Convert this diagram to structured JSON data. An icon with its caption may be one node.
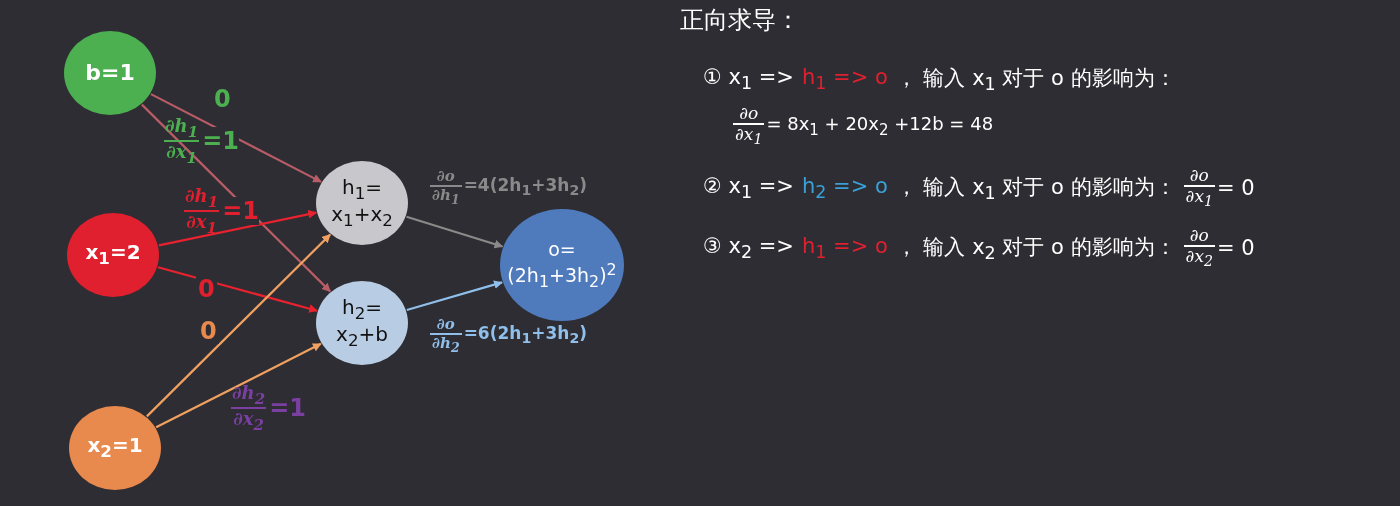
{
  "diagram": {
    "title": "正向求导：",
    "nodes": [
      {
        "text": [
          "b=1"
        ]
      },
      {
        "text": [
          "x$_{1}$=2"
        ]
      },
      {
        "text": [
          "x$_{2}$=1"
        ]
      },
      {
        "text": [
          "h$_{1}$= x$_{1}$+x$_{2}$"
        ]
      },
      {
        "text": [
          "h$_{2}$= x$_{2}$+b"
        ]
      },
      {
        "text": [
          "o= (2h$_{1}$+3h$_{2}$)$^{2}$"
        ]
      }
    ],
    "edges": [
      {
        "from": 0,
        "to": 3,
        "arrow": "to",
        "color": "#b85c66",
        "label": "0"
      },
      {
        "from": 0,
        "to": 4,
        "arrow": "to",
        "color": "#b85c66"
      },
      {
        "from": 1,
        "to": 3,
        "arrow": "to",
        "color": "#e8222e"
      },
      {
        "from": 1,
        "to": 4,
        "arrow": "to",
        "color": "#e8222e",
        "label": "0"
      },
      {
        "from": 2,
        "to": 3,
        "arrow": "to",
        "color": "#f0a060",
        "label": "0"
      },
      {
        "from": 2,
        "to": 4,
        "arrow": "to",
        "color": "#f0a060"
      },
      {
        "from": 3,
        "to": 5,
        "arrow": "to",
        "color": "#8a8a8a"
      },
      {
        "from": 4,
        "to": 5,
        "arrow": "to",
        "color": "#8fbfea"
      }
    ],
    "labels": [
      "∂h$_{1}$",
      "∂x$_{1}$",
      "=1",
      "∂h$_{1}$",
      "∂x$_{1}$",
      "=1",
      "∂h$_{2}$",
      "∂x$_{2}$",
      "=1",
      "∂o",
      "∂h$_{1}$",
      "=4(2h$_{1}$+3h$_{2}$)",
      "∂o",
      "∂h$_{2}$",
      "=6(2h$_{1}$+3h$_{2}$)",
      "① x$_{1}$ =>",
      "h$_{1}$ => o",
      "， 输入 x$_{1}$ 对于 o 的影响为：",
      "∂o",
      "∂x$_{1}$",
      "= 8x$_{1}$ + 20x$_{2}$ +12b = 48",
      "② x$_{1}$ =>",
      "h$_{2}$ => o",
      "， 输入 x$_{1}$ 对于 o 的影响为：",
      "∂o",
      "∂x$_{1}$",
      "= 0",
      "③ x$_{2}$ =>",
      "h$_{1}$ => o",
      "， 输入 x$_{2}$ 对于 o 的影响为：",
      "∂o",
      "∂x$_{2}$",
      "= 0"
    ]
  }
}
